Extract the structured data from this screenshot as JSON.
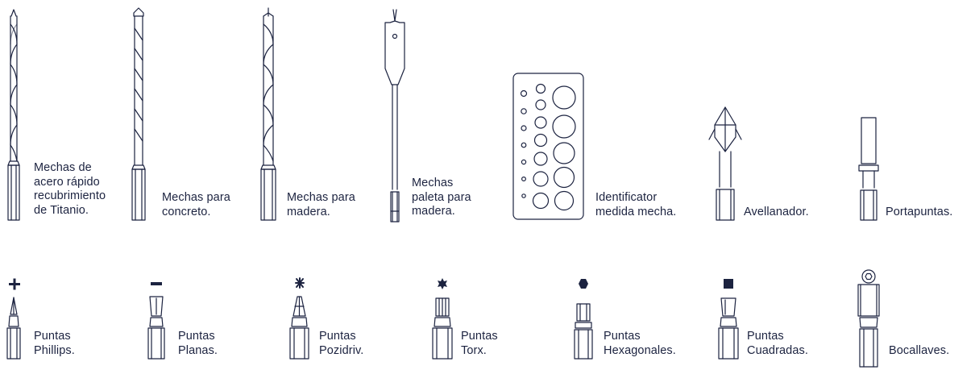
{
  "items_top": [
    {
      "id": "mechas-titanio",
      "lines": [
        "Mechas de",
        "acero rápido",
        "recubrimiento",
        "de Titanio."
      ],
      "icon": "twist-drill-bit-icon"
    },
    {
      "id": "mechas-concreto",
      "lines": [
        "Mechas para",
        "concreto."
      ],
      "icon": "masonry-drill-bit-icon"
    },
    {
      "id": "mechas-madera",
      "lines": [
        "Mechas para",
        "madera."
      ],
      "icon": "wood-drill-bit-icon"
    },
    {
      "id": "mechas-paleta",
      "lines": [
        "Mechas",
        "paleta para",
        "madera."
      ],
      "icon": "spade-bit-icon"
    },
    {
      "id": "identificador",
      "lines": [
        "Identificator",
        "medida mecha."
      ],
      "icon": "drill-size-gauge-icon"
    },
    {
      "id": "avellanador",
      "lines": [
        "Avellanador."
      ],
      "icon": "countersink-bit-icon"
    },
    {
      "id": "portapuntas",
      "lines": [
        "Portapuntas."
      ],
      "icon": "bit-holder-icon"
    }
  ],
  "items_bottom": [
    {
      "id": "phillips",
      "lines": [
        "Puntas",
        "Phillips."
      ],
      "icon": "phillips-bit-icon",
      "symbol": "plus-icon"
    },
    {
      "id": "planas",
      "lines": [
        "Puntas",
        "Planas."
      ],
      "icon": "flat-bit-icon",
      "symbol": "minus-icon"
    },
    {
      "id": "pozidriv",
      "lines": [
        "Puntas",
        "Pozidriv."
      ],
      "icon": "pozidriv-bit-icon",
      "symbol": "pozidriv-star-icon"
    },
    {
      "id": "torx",
      "lines": [
        "Puntas",
        "Torx."
      ],
      "icon": "torx-bit-icon",
      "symbol": "torx-star-icon"
    },
    {
      "id": "hexagonales",
      "lines": [
        "Puntas",
        "Hexagonales."
      ],
      "icon": "hex-bit-icon",
      "symbol": "hexagon-icon"
    },
    {
      "id": "cuadradas",
      "lines": [
        "Puntas",
        "Cuadradas."
      ],
      "icon": "square-bit-icon",
      "symbol": "square-icon"
    },
    {
      "id": "bocallaves",
      "lines": [
        "Bocallaves."
      ],
      "icon": "nut-driver-icon",
      "symbol": "socket-icon"
    }
  ],
  "colors": {
    "ink": "#1c2340",
    "background": "#ffffff"
  }
}
